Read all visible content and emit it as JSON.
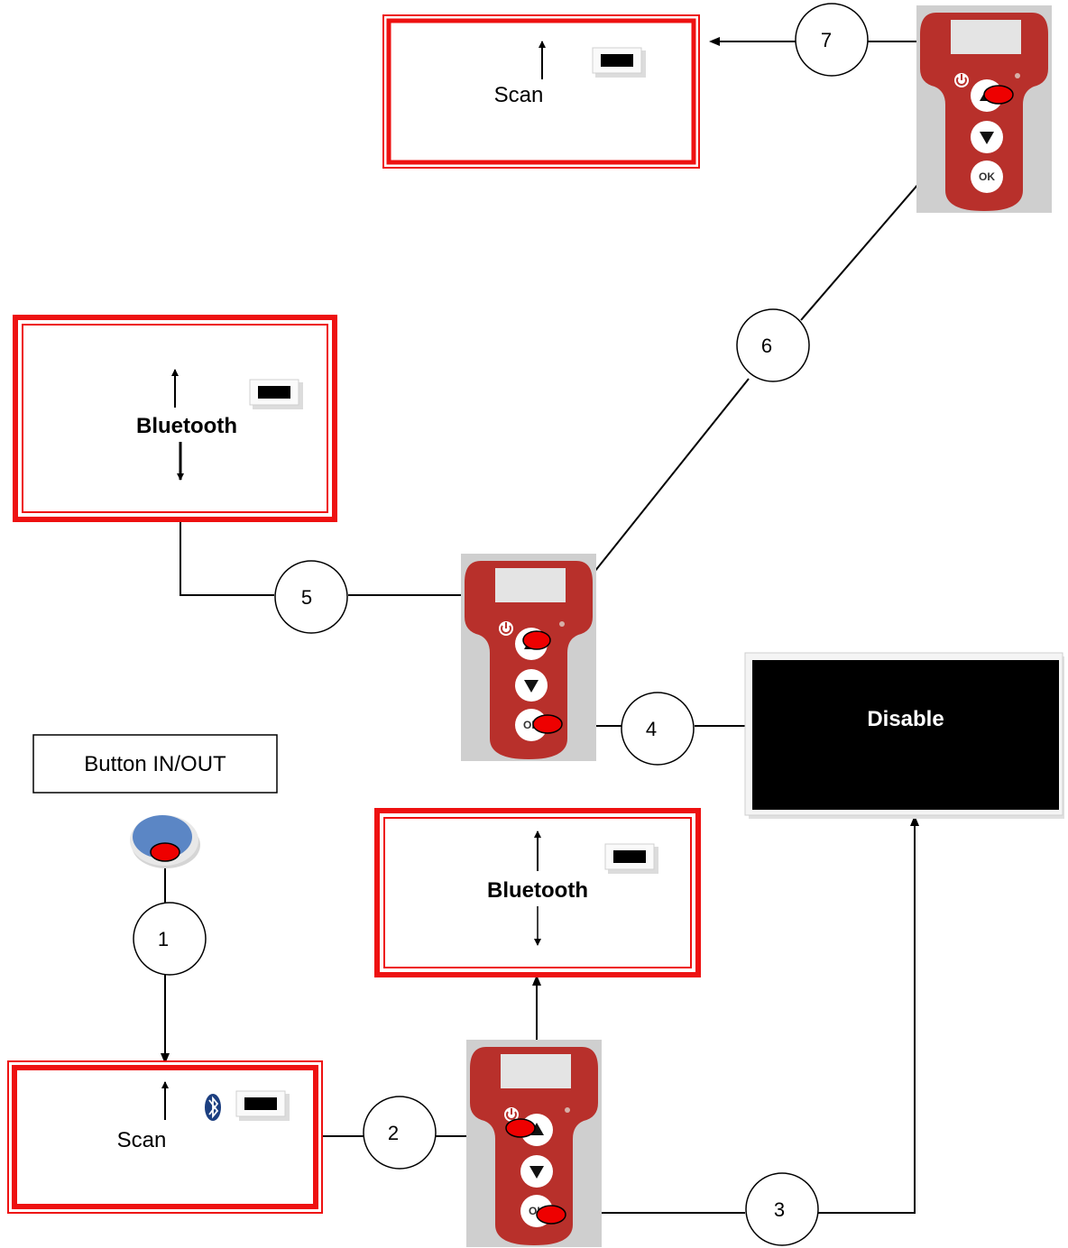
{
  "legend": {
    "label": "Button IN/OUT"
  },
  "screens": {
    "scan_top": {
      "label": "Scan"
    },
    "bluetooth_left": {
      "label": "Bluetooth"
    },
    "bluetooth_mid": {
      "label": "Bluetooth"
    },
    "scan_bottom": {
      "label": "Scan"
    },
    "disable": {
      "label": "Disable"
    }
  },
  "steps": [
    "1",
    "2",
    "3",
    "4",
    "5",
    "6",
    "7"
  ],
  "device": {
    "ok_label": "OK"
  },
  "colors": {
    "screen_border": "#ee1111",
    "device_body": "#b8302b",
    "press_marker": "#ee0000",
    "legend_button": "#5b86c5",
    "disable_bg": "#000000"
  }
}
